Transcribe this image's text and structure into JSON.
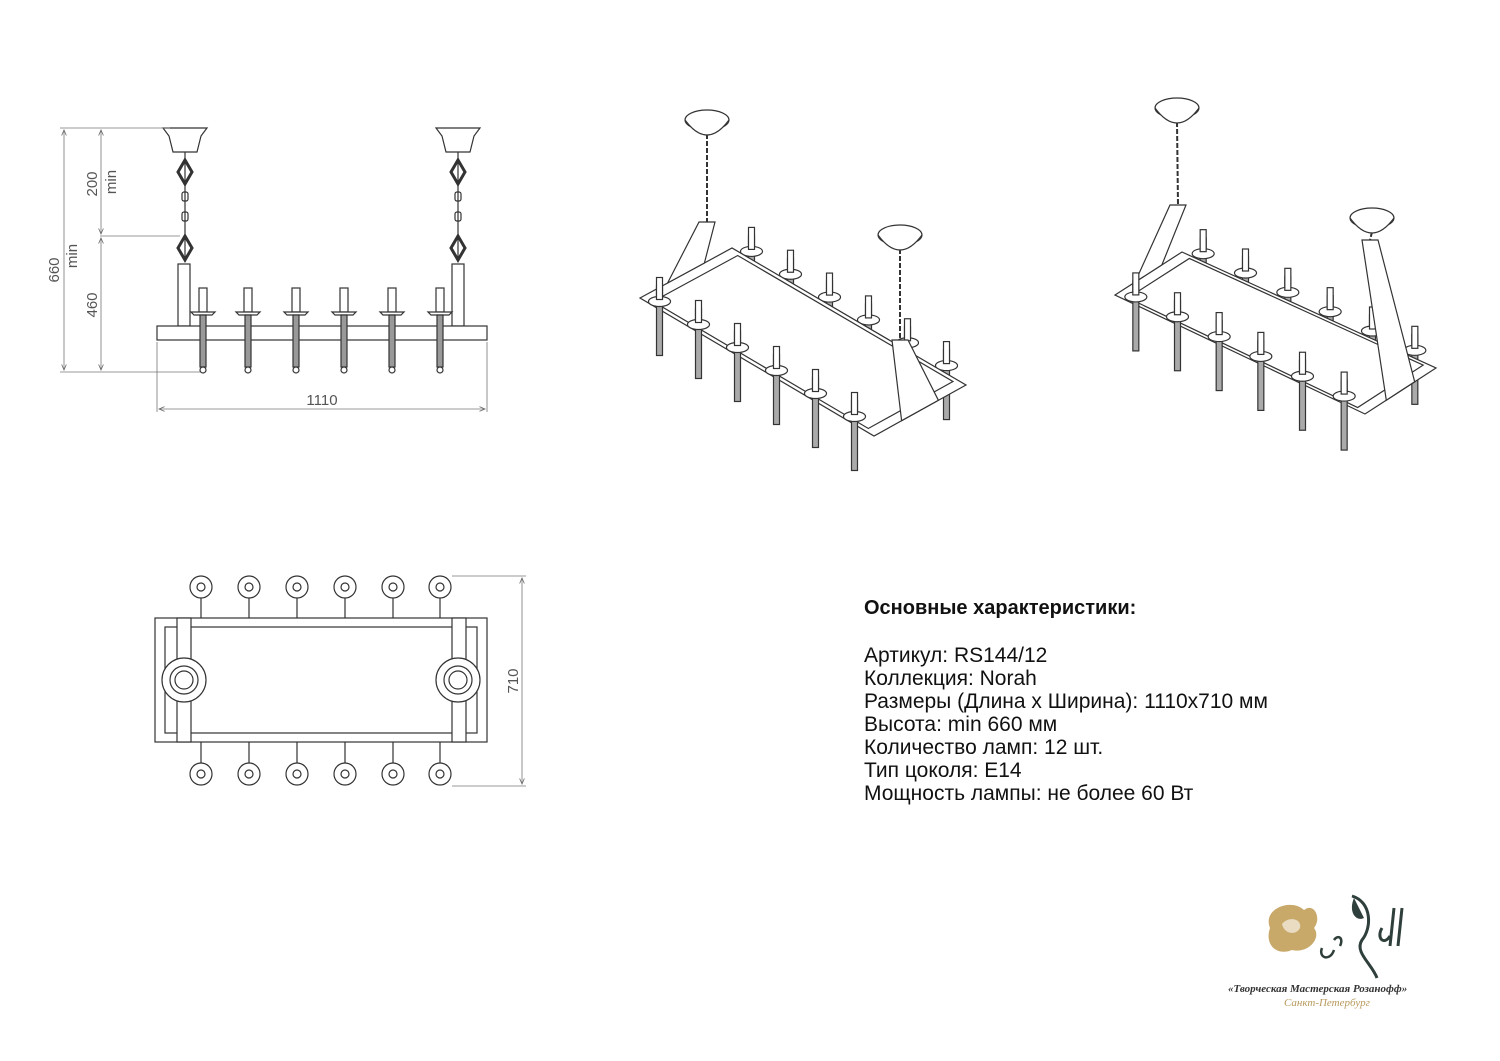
{
  "dimensions": {
    "total_height": "660",
    "total_height_note": "min",
    "chain_length": "200",
    "chain_length_note": "min",
    "body_height": "460",
    "length": "1110",
    "width": "710"
  },
  "specs": {
    "title": "Основные характеристики:",
    "lines": [
      "Артикул: RS144/12",
      "Коллекция: Norah",
      "Размеры (Длина х Ширина): 1110х710 мм",
      "Высота: min 660 мм",
      "Количество ламп: 12 шт.",
      "Тип цоколя: E14",
      "Мощность лампы: не более 60 Вт"
    ]
  },
  "logo": {
    "name": "«Творческая Мастерская Розанофф»",
    "city": "Санкт-Петербург",
    "gold": "#c8a96a",
    "dark": "#2e3f3c"
  }
}
